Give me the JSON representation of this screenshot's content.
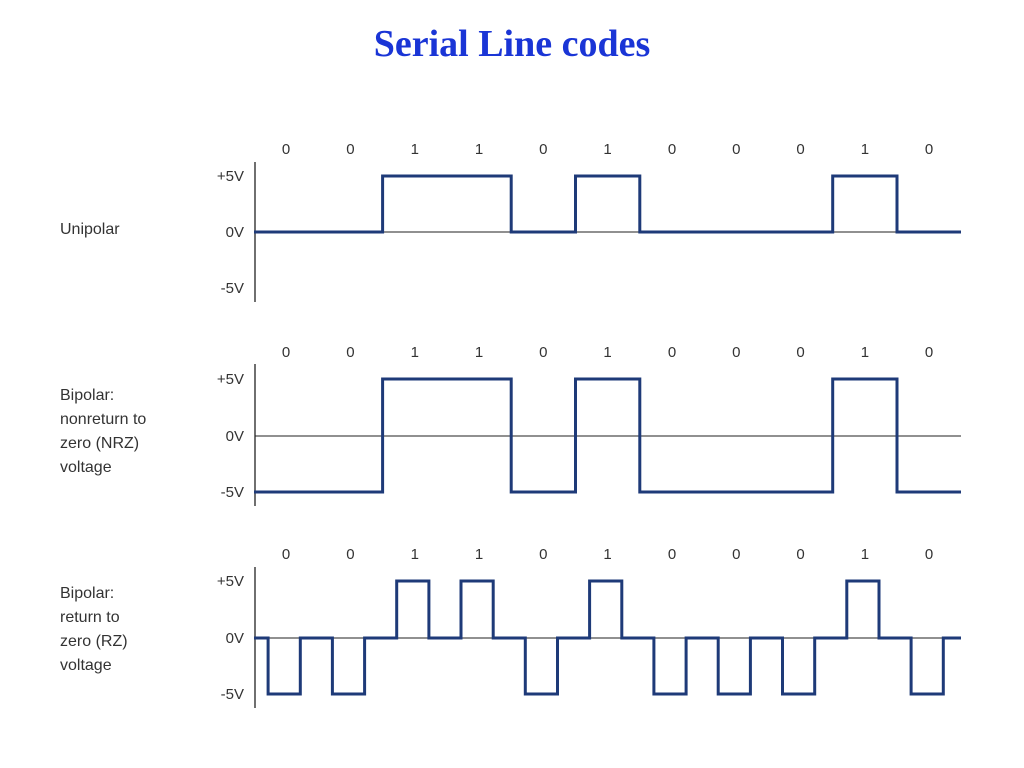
{
  "title": "Serial Line codes",
  "colors": {
    "title": "#1a35d6",
    "signal": "#1e3a78",
    "axis": "#222222",
    "text": "#333333"
  },
  "bits": [
    0,
    0,
    1,
    1,
    0,
    1,
    0,
    0,
    0,
    1,
    0
  ],
  "voltage_labels": {
    "high": "+5V",
    "zero": "0V",
    "low": "-5V"
  },
  "panels": [
    {
      "id": "unipolar",
      "encoding": "unipolar",
      "label_lines": [
        "Unipolar"
      ]
    },
    {
      "id": "nrz",
      "encoding": "bipolar-nrz",
      "label_lines": [
        "Bipolar:",
        "nonreturn to",
        "zero (NRZ)",
        "voltage"
      ]
    },
    {
      "id": "rz",
      "encoding": "bipolar-rz",
      "label_lines": [
        "Bipolar:",
        "return to",
        "zero (RZ)",
        "voltage"
      ]
    }
  ]
}
